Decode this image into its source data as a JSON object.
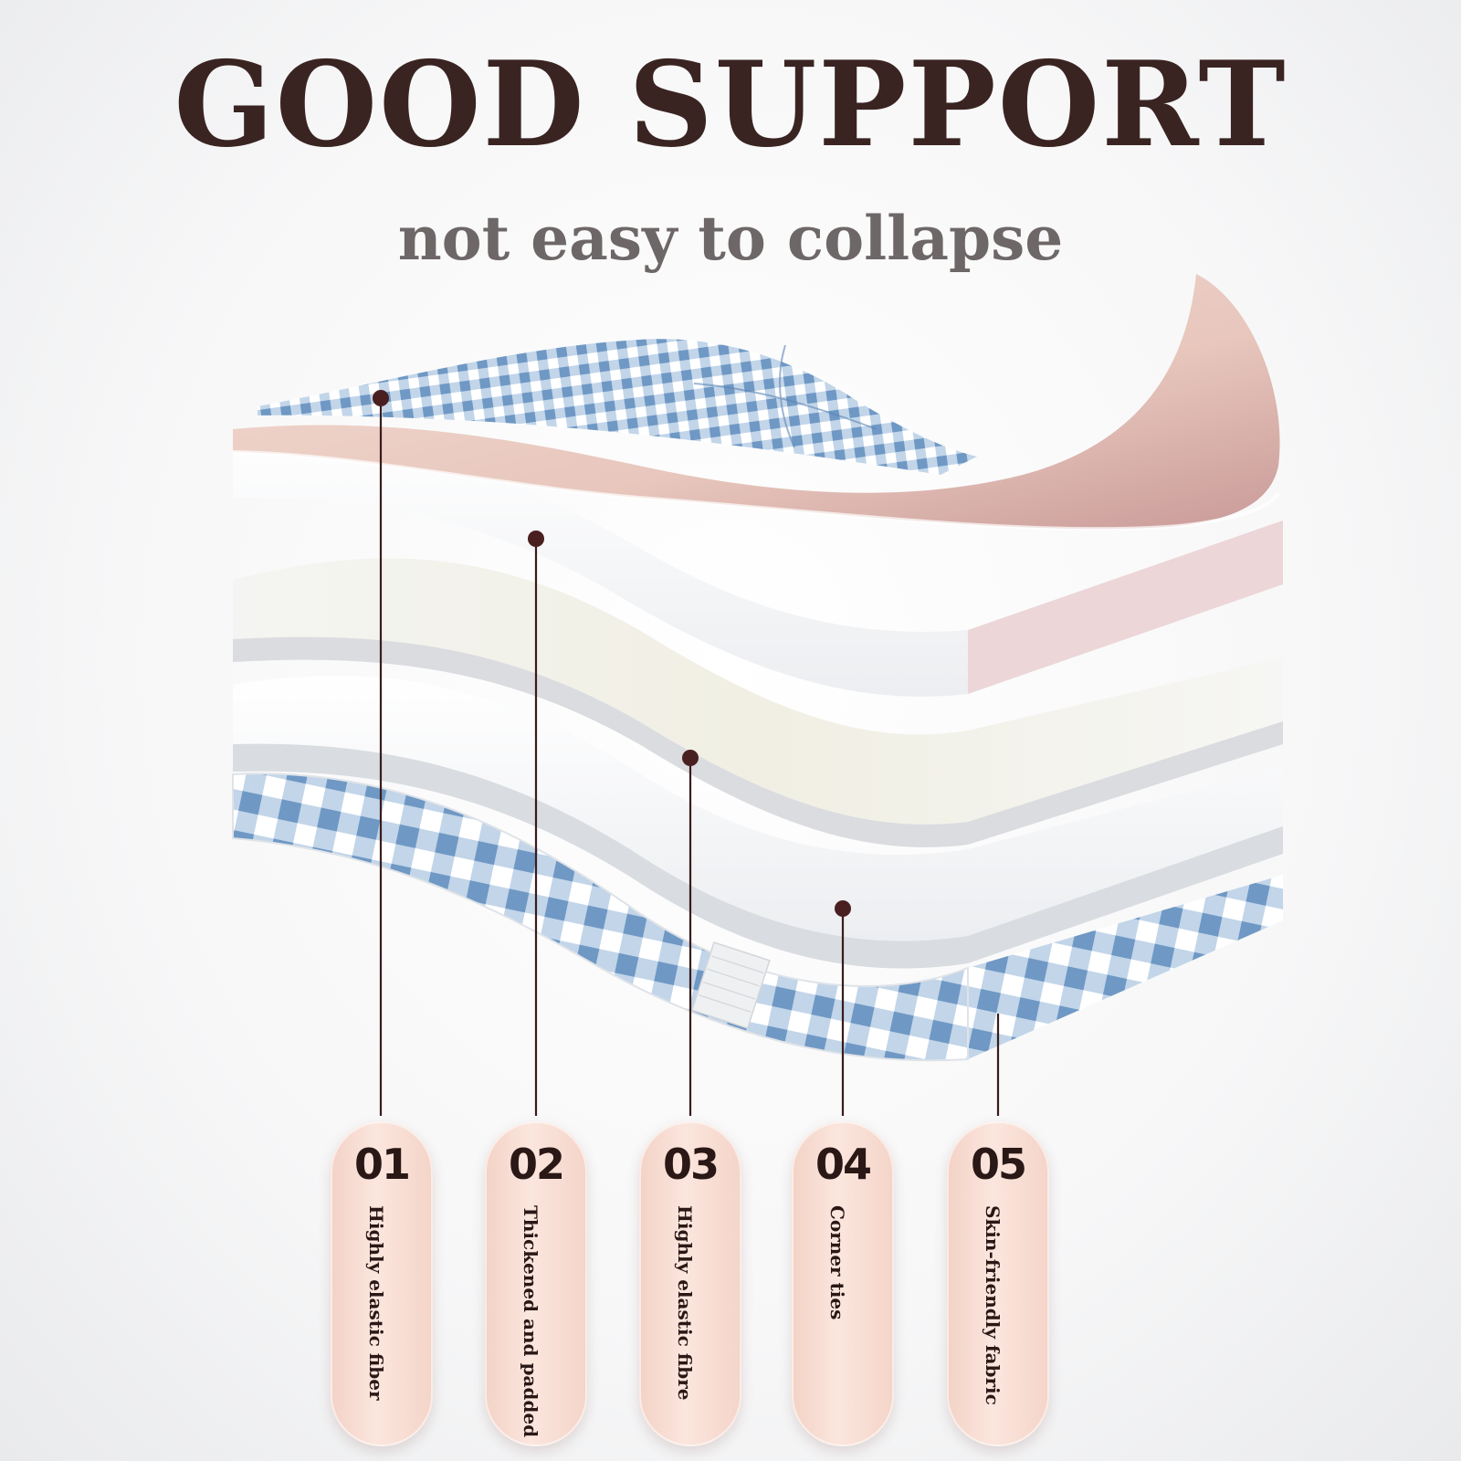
{
  "header": {
    "title": "GOOD SUPPORT",
    "subtitle": "not easy to collapse"
  },
  "colors": {
    "title": "#3a2422",
    "subtitle": "#6e6767",
    "gingham_blue": "#7fa6cf",
    "pink_layer": "#e9c6bd",
    "pill": "#f6dacf",
    "leader_line": "#3a1c1c"
  },
  "layers": [
    {
      "number": "01",
      "label": "Highly elastic fiber"
    },
    {
      "number": "02",
      "label": "Thickened and padded"
    },
    {
      "number": "03",
      "label": "Highly elastic fibre"
    },
    {
      "number": "04",
      "label": "Corner ties"
    },
    {
      "number": "05",
      "label": "Skin-friendly fabric"
    }
  ]
}
